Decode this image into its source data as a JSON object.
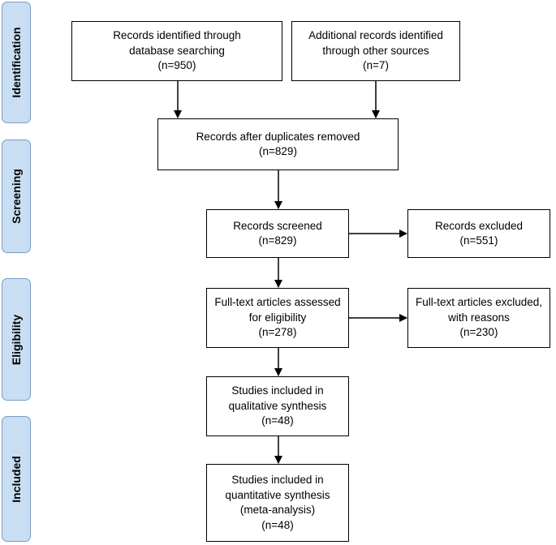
{
  "phases": {
    "identification": "Identification",
    "screening": "Screening",
    "eligibility": "Eligibility",
    "included": "Included"
  },
  "boxes": {
    "db_search": {
      "lines": [
        "Records identified through",
        "database searching",
        "(n=950)"
      ]
    },
    "other_sources": {
      "lines": [
        "Additional records identified",
        "through other sources",
        "(n=7)"
      ]
    },
    "dup_removed": {
      "lines": [
        "Records after duplicates removed",
        "(n=829)"
      ]
    },
    "screened": {
      "lines": [
        "Records screened",
        "(n=829)"
      ]
    },
    "excluded": {
      "lines": [
        "Records excluded",
        "(n=551)"
      ]
    },
    "fulltext_assessed": {
      "lines": [
        "Full-text articles assessed",
        "for eligibility",
        "(n=278)"
      ]
    },
    "fulltext_excluded": {
      "lines": [
        "Full-text articles excluded,",
        "with reasons",
        "(n=230)"
      ]
    },
    "qualitative": {
      "lines": [
        "Studies included in",
        "qualitative synthesis",
        "(n=48)"
      ]
    },
    "quantitative": {
      "lines": [
        "Studies included in",
        "quantitative synthesis",
        "(meta-analysis)",
        "(n=48)"
      ]
    }
  }
}
